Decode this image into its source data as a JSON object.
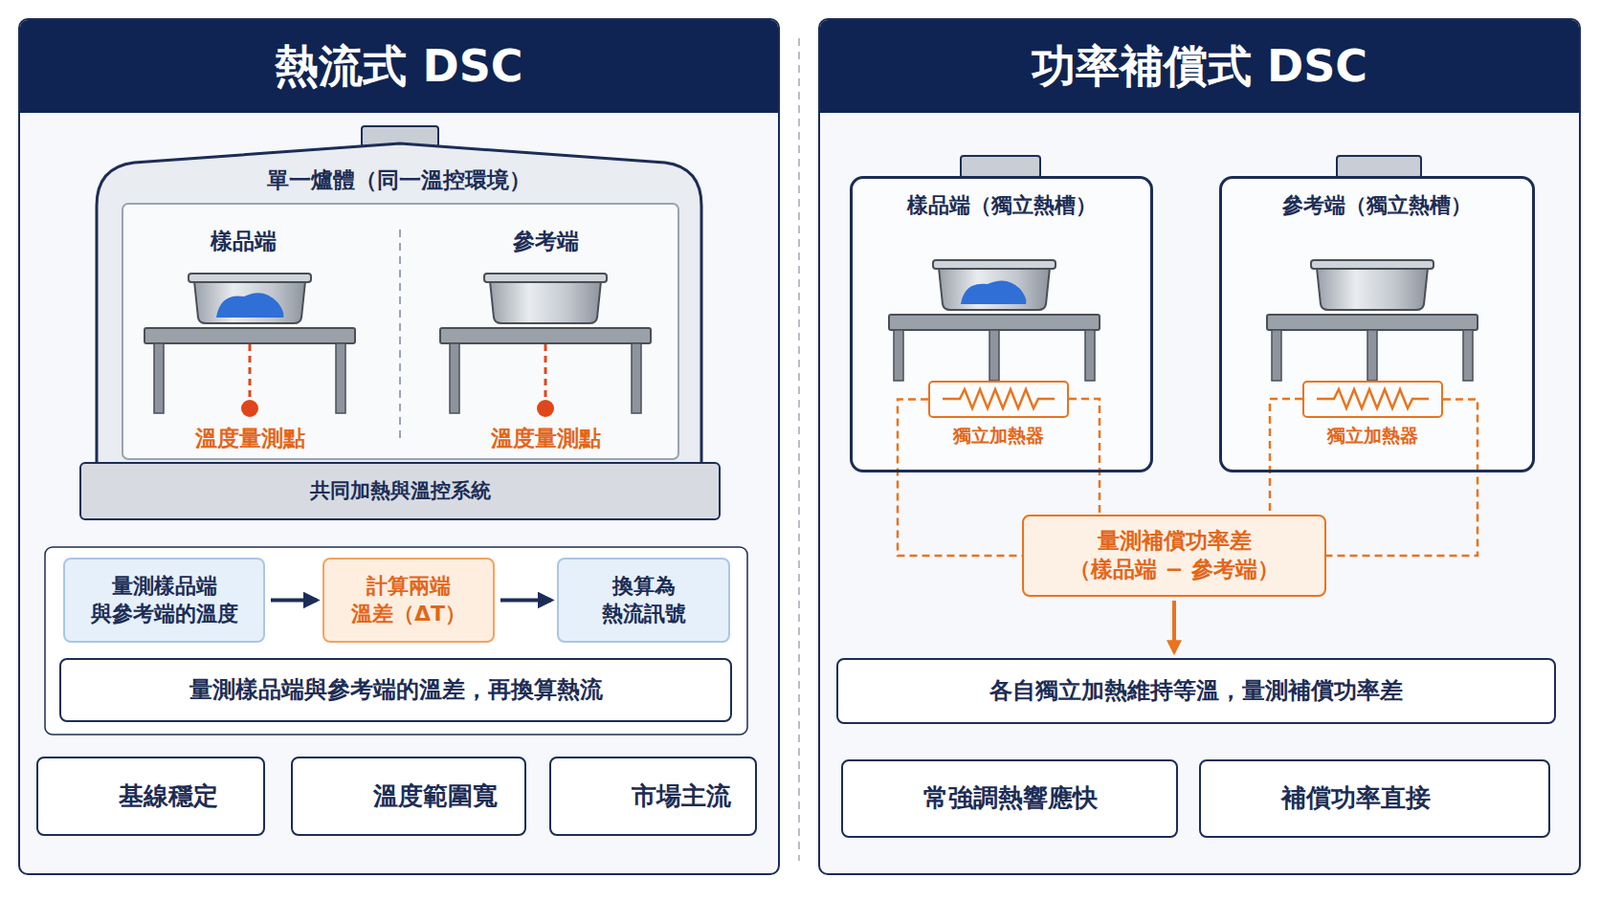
{
  "diagram": {
    "nodes": [
      {
        "text": [
          "熱流式 DSC"
        ]
      },
      {
        "text": [
          "單一爐體（同一溫控環境）"
        ],
        "in": 0
      },
      {
        "text": [
          "共同加熱與溫控系統"
        ],
        "in": 0
      },
      {
        "text": [
          "量測樣品端 與參考端的溫度"
        ],
        "in": 0
      },
      {
        "text": [
          "計算兩端 溫差（ΔT）"
        ],
        "in": 0
      },
      {
        "text": [
          "換算為 熱流訊號"
        ],
        "in": 0
      },
      {
        "text": [
          "量測樣品端與參考端的溫差，再換算熱流"
        ],
        "in": 0
      },
      {
        "text": [
          "基線穩定"
        ],
        "in": 0
      },
      {
        "text": [
          "溫度範圍寬"
        ],
        "in": 0
      },
      {
        "text": [
          "市場主流"
        ],
        "in": 0
      },
      {
        "text": [
          "功率補償式 DSC"
        ]
      },
      {
        "text": [
          "樣品端（獨立熱槽）"
        ],
        "in": 10
      },
      {
        "text": [
          "參考端（獨立熱槽）"
        ],
        "in": 10
      },
      {
        "text": [
          "獨立加熱器"
        ],
        "in": 11
      },
      {
        "text": [
          "獨立加熱器"
        ],
        "in": 12
      },
      {
        "text": [
          "量測補償功率差 （樣品端 − 參考端）"
        ],
        "in": 10
      },
      {
        "text": [
          "各自獨立加熱維持等溫，量測補償功率差"
        ],
        "in": 10
      },
      {
        "text": [
          "常強調熱響應快"
        ],
        "in": 10
      },
      {
        "text": [
          "補償功率直接"
        ],
        "in": 10
      }
    ],
    "edges": [
      {
        "from": 3,
        "to": 4,
        "arrow": "to"
      },
      {
        "from": 4,
        "to": 5,
        "arrow": "to"
      },
      {
        "from": 13,
        "to": 15,
        "arrow": "none"
      },
      {
        "from": 14,
        "to": 15,
        "arrow": "none"
      },
      {
        "from": 15,
        "to": 16,
        "arrow": "to"
      }
    ],
    "labels": [
      "樣品端",
      "參考端",
      "溫度量測點",
      "溫度量測點"
    ]
  }
}
